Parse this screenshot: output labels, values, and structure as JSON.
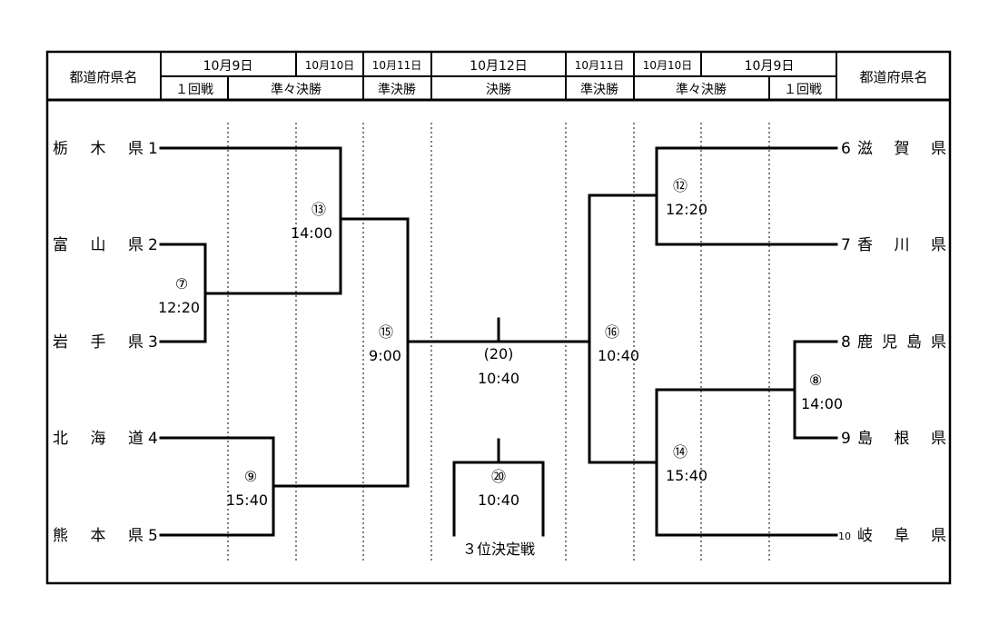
{
  "header": {
    "left_title": "都道府県名",
    "right_title": "都道府県名",
    "dates": {
      "l_oct9": "10月9日",
      "l_oct10": "10月10日",
      "l_oct11": "10月11日",
      "oct12": "10月12日",
      "r_oct11": "10月11日",
      "r_oct10": "10月10日",
      "r_oct9": "10月9日"
    },
    "rounds": {
      "l_r1": "１回戦",
      "l_qf": "準々決勝",
      "l_sf": "準決勝",
      "final": "決勝",
      "r_sf": "準決勝",
      "r_qf": "準々決勝",
      "r_r1": "１回戦"
    }
  },
  "left_teams": [
    {
      "name": "栃　木　県",
      "seed": "1"
    },
    {
      "name": "富　山　県",
      "seed": "2"
    },
    {
      "name": "岩　手　県",
      "seed": "3"
    },
    {
      "name": "北　海　道",
      "seed": "4"
    },
    {
      "name": "熊　本　県",
      "seed": "5"
    }
  ],
  "right_teams": [
    {
      "name": "滋　賀　県",
      "seed": "6"
    },
    {
      "name": "香　川　県",
      "seed": "7"
    },
    {
      "name": "鹿児島県",
      "seed": "8"
    },
    {
      "name": "島　根　県",
      "seed": "9"
    },
    {
      "name": "岐　阜　県",
      "seed": "10"
    }
  ],
  "matches": {
    "m7": {
      "num": "⑦",
      "time": "12:20"
    },
    "m9": {
      "num": "⑨",
      "time": "15:40"
    },
    "m13": {
      "num": "⑬",
      "time": "14:00"
    },
    "m15": {
      "num": "⑮",
      "time": "9:00"
    },
    "final": {
      "num": "(20)",
      "time": "10:40"
    },
    "m16": {
      "num": "⑯",
      "time": "10:40"
    },
    "m12": {
      "num": "⑫",
      "time": "12:20"
    },
    "m8": {
      "num": "⑧",
      "time": "14:00"
    },
    "m14": {
      "num": "⑭",
      "time": "15:40"
    },
    "third": {
      "num": "⑳",
      "time": "10:40",
      "label": "３位決定戦"
    }
  }
}
